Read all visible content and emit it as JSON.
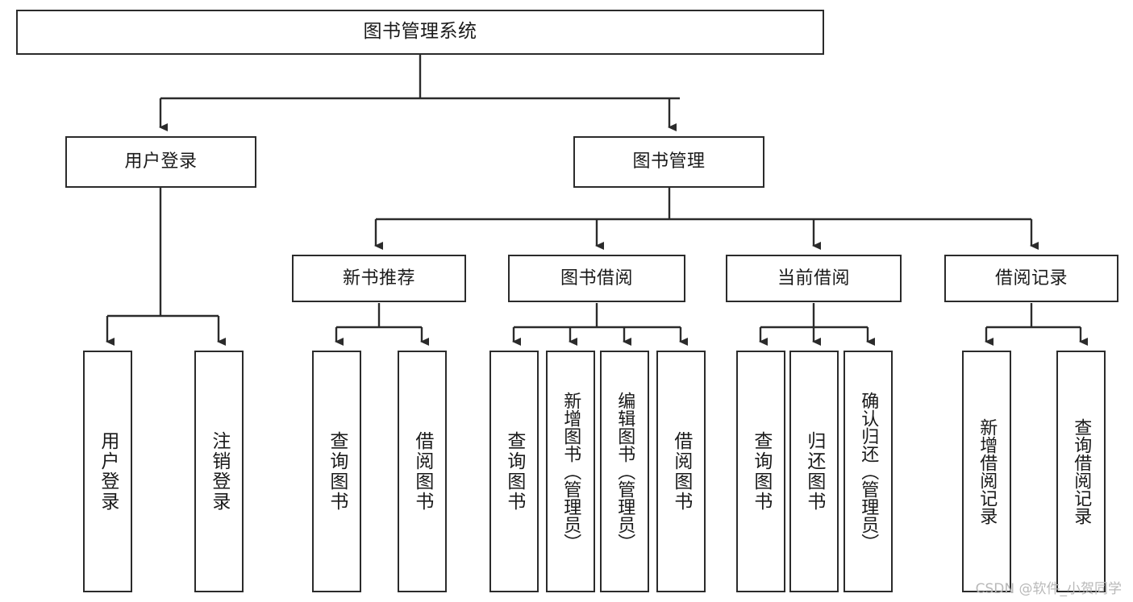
{
  "diagram": {
    "title": "图书管理系统",
    "type": "tree-hierarchy-diagram",
    "colors": {
      "box_border": "#2b2b2b",
      "box_fill": "#ffffff",
      "connector": "#2b2b2b",
      "text": "#1a1a1a",
      "watermark": "#b9b9b9"
    },
    "root": {
      "label": "图书管理系统"
    },
    "level2": [
      {
        "label": "用户登录"
      },
      {
        "label": "图书管理"
      }
    ],
    "level3": [
      {
        "label": "新书推荐"
      },
      {
        "label": "图书借阅"
      },
      {
        "label": "当前借阅"
      },
      {
        "label": "借阅记录"
      }
    ],
    "leaves": {
      "user_login": [
        {
          "label": "用户登录"
        },
        {
          "label": "注销登录"
        }
      ],
      "new_book_recommend": [
        {
          "label": "查询图书"
        },
        {
          "label": "借阅图书"
        }
      ],
      "book_borrow": [
        {
          "label": "查询图书"
        },
        {
          "label": "新增图书（管理员）"
        },
        {
          "label": "编辑图书（管理员）"
        },
        {
          "label": "借阅图书"
        }
      ],
      "current_borrow": [
        {
          "label": "查询图书"
        },
        {
          "label": "归还图书"
        },
        {
          "label": "确认归还（管理员）"
        }
      ],
      "borrow_record": [
        {
          "label": "新增借阅记录"
        },
        {
          "label": "查询借阅记录"
        }
      ]
    }
  },
  "watermark": {
    "text": "CSDN @软件_小贺同学"
  }
}
